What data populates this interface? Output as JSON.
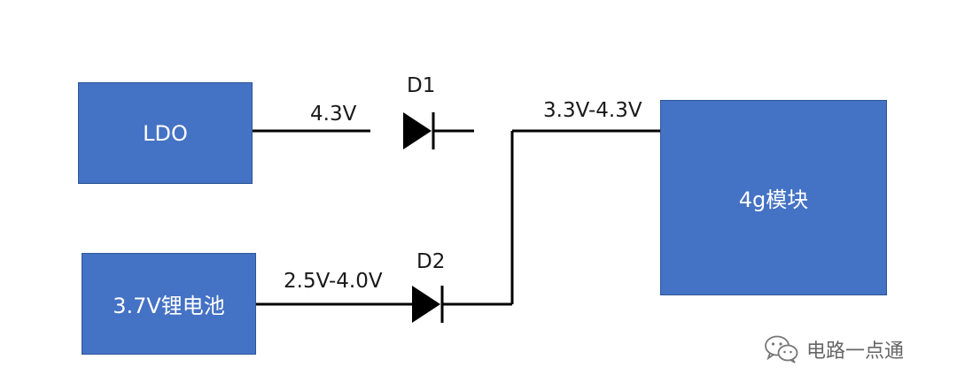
{
  "blocks": {
    "ldo": "LDO",
    "battery": "3.7V锂电池",
    "module": "4g模块"
  },
  "labels": {
    "ldo_voltage": "4.3V",
    "d1": "D1",
    "output_voltage": "3.3V-4.3V",
    "battery_voltage": "2.5V-4.0V",
    "d2": "D2"
  },
  "watermark": {
    "text": "电路一点通",
    "icon": "wechat-icon"
  },
  "colors": {
    "block_fill": "#4472c4",
    "block_border": "#2f5597",
    "wire": "#000000"
  }
}
